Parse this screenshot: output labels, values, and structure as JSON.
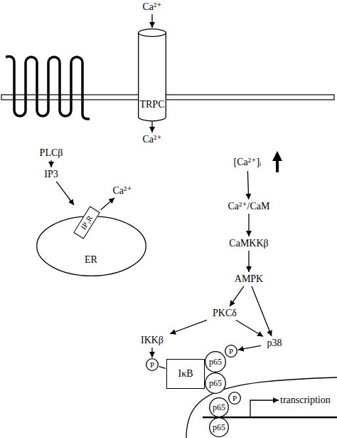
{
  "diagram": {
    "nodes": [
      {
        "text": [
          "Ca²⁺"
        ]
      },
      {
        "text": [
          "TRPC"
        ]
      },
      {
        "text": [
          "Ca²⁺"
        ]
      },
      {
        "text": [
          "PLCβ"
        ]
      },
      {
        "text": [
          "IP3"
        ]
      },
      {
        "text": [
          "[Ca²⁺]ᵢ"
        ]
      },
      {
        "text": [
          "Ca²⁺"
        ]
      },
      {
        "text": [
          "IP₃R"
        ]
      },
      {
        "text": [
          "ER"
        ]
      },
      {
        "text": [
          "Ca²⁺/CaM"
        ]
      },
      {
        "text": [
          "CaMKKβ"
        ]
      },
      {
        "text": [
          "AMPK"
        ]
      },
      {
        "text": [
          "PKCδ"
        ]
      },
      {
        "text": [
          "IKKβ"
        ]
      },
      {
        "text": [
          "p38"
        ]
      },
      {
        "text": [
          "P"
        ]
      },
      {
        "text": [
          "IκB"
        ]
      },
      {
        "text": [
          "P"
        ]
      },
      {
        "text": [
          "p65"
        ]
      },
      {
        "text": [
          "p65"
        ]
      },
      {
        "text": [
          "P"
        ]
      },
      {
        "text": [
          "p65"
        ]
      },
      {
        "text": [
          "p65"
        ]
      }
    ],
    "edges": [
      {
        "from": 0,
        "to": 1,
        "arrow": "to"
      },
      {
        "from": 1,
        "to": 2,
        "arrow": "to"
      },
      {
        "from": 3,
        "to": 4,
        "arrow": "to"
      },
      {
        "from": 4,
        "to": 7,
        "arrow": "to"
      },
      {
        "from": 7,
        "to": 6,
        "arrow": "to"
      },
      {
        "from": 5,
        "to": 9,
        "arrow": "to"
      },
      {
        "from": 9,
        "to": 10,
        "arrow": "to"
      },
      {
        "from": 10,
        "to": 11,
        "arrow": "to"
      },
      {
        "from": 11,
        "to": 12,
        "arrow": "to"
      },
      {
        "from": 12,
        "to": 13,
        "arrow": "to"
      },
      {
        "from": 12,
        "to": 14,
        "arrow": "to"
      },
      {
        "from": 11,
        "to": 14,
        "arrow": "to"
      },
      {
        "from": 13,
        "to": 15,
        "arrow": "to"
      },
      {
        "from": 14,
        "to": 17,
        "arrow": "to"
      },
      {
        "from": 15,
        "to": 16,
        "arrow": "none"
      }
    ],
    "labels": [
      "transcription"
    ]
  }
}
